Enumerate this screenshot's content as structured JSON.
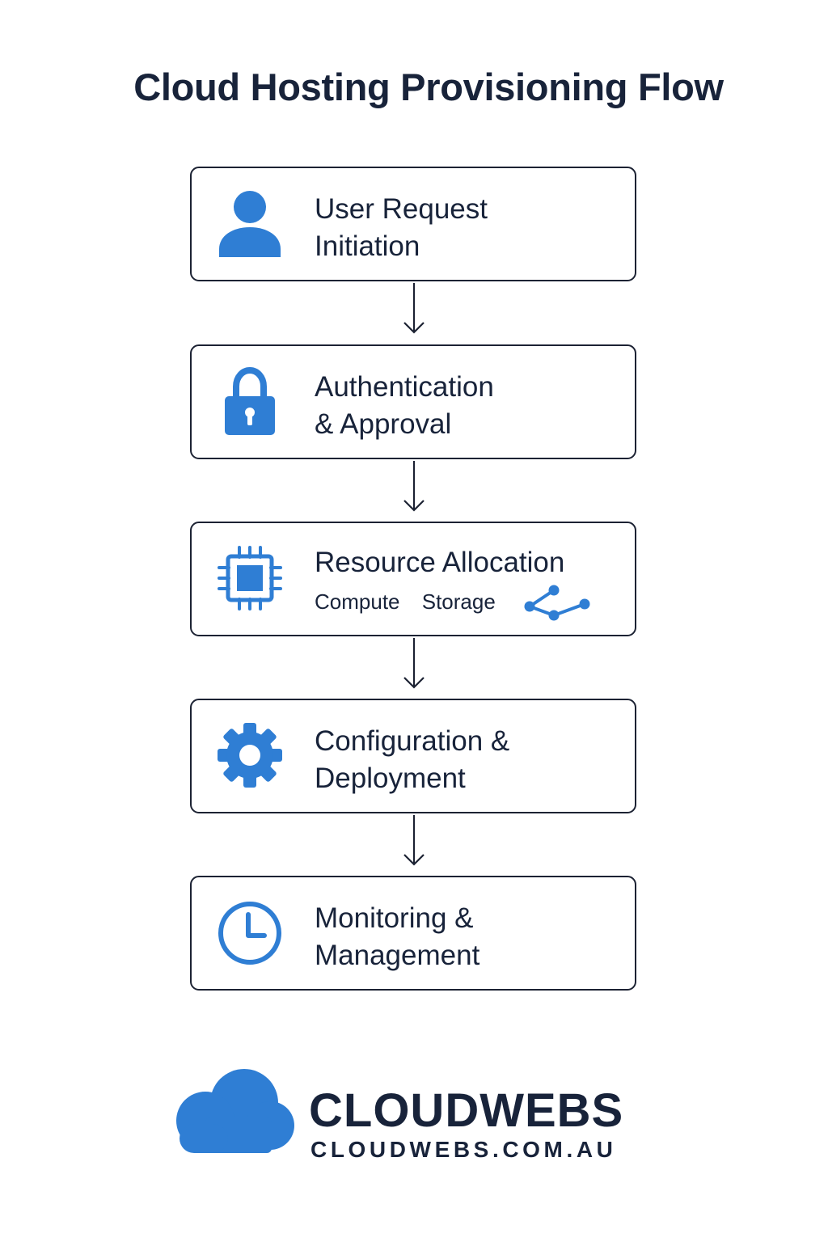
{
  "title": "Cloud Hosting Provisioning Flow",
  "accent_color": "#2f7ed4",
  "steps": [
    {
      "icon": "user-icon",
      "line1": "User Request",
      "line2": "Initiation"
    },
    {
      "icon": "lock-icon",
      "line1": "Authentication",
      "line2": "& Approval"
    },
    {
      "icon": "cpu-chip-icon",
      "line1": "Resource Allocation",
      "sub": [
        "Compute",
        "Storage"
      ],
      "extra_icon": "network-nodes-icon"
    },
    {
      "icon": "gear-icon",
      "line1": "Configuration &",
      "line2": "Deployment"
    },
    {
      "icon": "clock-icon",
      "line1": "Monitoring &",
      "line2": "Management"
    }
  ],
  "logo": {
    "icon": "cloud-icon",
    "brand": "CLOUDWEBS",
    "domain": "CLOUDWEBS.COM.AU"
  }
}
